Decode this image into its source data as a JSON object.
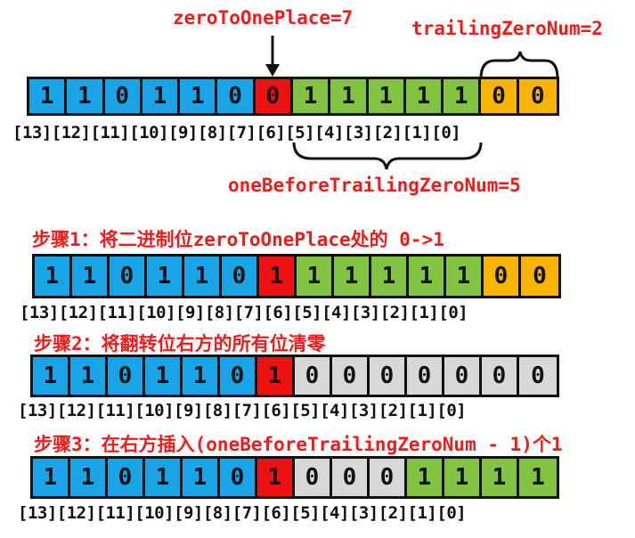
{
  "colors": {
    "blue": "#18a4e6",
    "red": "#ee1111",
    "green": "#82c341",
    "orange": "#f9b400",
    "gray": "#d8d8d8",
    "label_red": "#ee1c1c"
  },
  "labels": {
    "zero_to_one_place": "zeroToOnePlace=7",
    "trailing_zero_num": "trailingZeroNum=2",
    "one_before_trailing": "oneBeforeTrailingZeroNum=5"
  },
  "steps": {
    "step1": "步骤1：将二进制位zeroToOnePlace处的 0->1",
    "step2": "步骤2：将翻转位右方的所有位清零",
    "step3": "步骤3：在右方插入(oneBeforeTrailingZeroNum - 1)个1"
  },
  "index_text": "[13][12][11][10][9][8][7][6][5][4][3][2][1][0]",
  "rows": [
    {
      "bits": [
        "1",
        "1",
        "0",
        "1",
        "1",
        "0",
        "0",
        "1",
        "1",
        "1",
        "1",
        "1",
        "0",
        "0"
      ],
      "colors": [
        "blue",
        "blue",
        "blue",
        "blue",
        "blue",
        "blue",
        "red",
        "green",
        "green",
        "green",
        "green",
        "green",
        "orange",
        "orange"
      ]
    },
    {
      "bits": [
        "1",
        "1",
        "0",
        "1",
        "1",
        "0",
        "1",
        "1",
        "1",
        "1",
        "1",
        "1",
        "0",
        "0"
      ],
      "colors": [
        "blue",
        "blue",
        "blue",
        "blue",
        "blue",
        "blue",
        "red",
        "green",
        "green",
        "green",
        "green",
        "green",
        "orange",
        "orange"
      ]
    },
    {
      "bits": [
        "1",
        "1",
        "0",
        "1",
        "1",
        "0",
        "1",
        "0",
        "0",
        "0",
        "0",
        "0",
        "0",
        "0"
      ],
      "colors": [
        "blue",
        "blue",
        "blue",
        "blue",
        "blue",
        "blue",
        "red",
        "gray",
        "gray",
        "gray",
        "gray",
        "gray",
        "gray",
        "gray"
      ]
    },
    {
      "bits": [
        "1",
        "1",
        "0",
        "1",
        "1",
        "0",
        "1",
        "0",
        "0",
        "0",
        "1",
        "1",
        "1",
        "1"
      ],
      "colors": [
        "blue",
        "blue",
        "blue",
        "blue",
        "blue",
        "blue",
        "red",
        "gray",
        "gray",
        "gray",
        "green",
        "green",
        "green",
        "green"
      ]
    }
  ]
}
